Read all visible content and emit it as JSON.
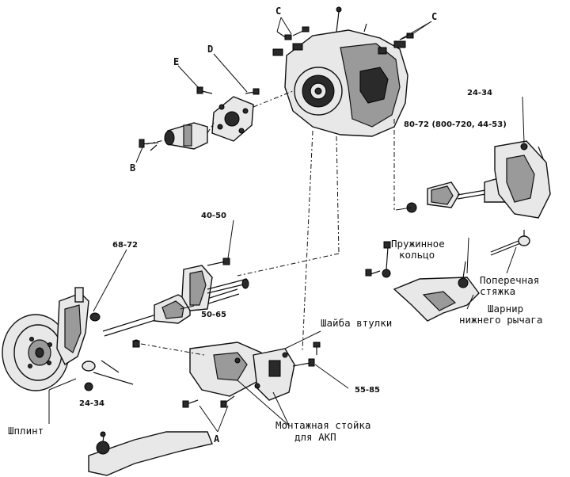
{
  "labels": {
    "c_left": "C",
    "c_right": "C",
    "d": "D",
    "e": "E",
    "b": "B",
    "a": "A",
    "t_24_34_top": "24-34",
    "t_80_72": "80-72 (800-720, 44-53)",
    "t_40_50": "40-50",
    "t_68_72": "68-72",
    "t_50_65": "50-65",
    "t_55_85": "55-85",
    "t_24_34_bottom": "24-34",
    "spring_ring_1": "Пружинное",
    "spring_ring_2": "кольцо",
    "tie_rod_1": "Поперечная",
    "tie_rod_2": "стяжка",
    "lower_arm_joint_1": "Шарнир",
    "lower_arm_joint_2": "нижнего рычага",
    "bushing_washer": "Шайба втулки",
    "cotter_pin": "Шплинт",
    "mount_1": "Монтажная стойка",
    "mount_2": "для АКП"
  }
}
